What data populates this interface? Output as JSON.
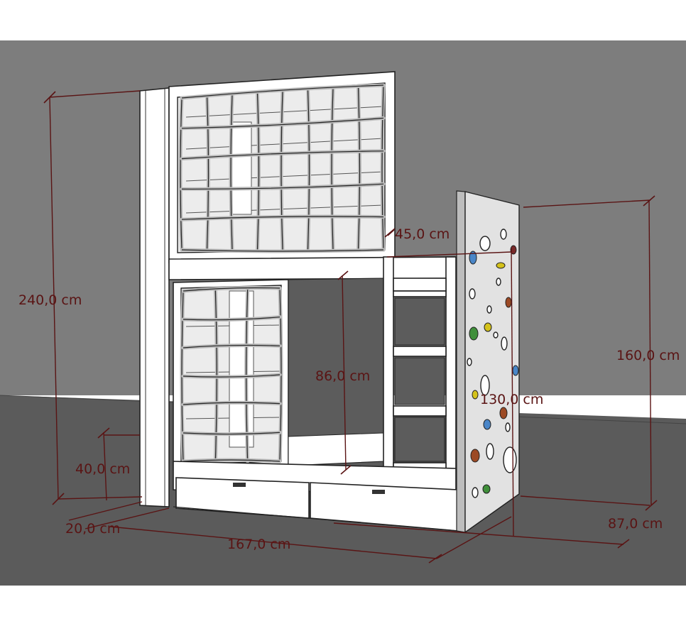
{
  "drawing": {
    "colors": {
      "background_wall": "#7d7d7d",
      "floor": "#5b5b5b",
      "dimension": "#5a1414",
      "frame": "#ffffff",
      "hold_colors": [
        "#4a86c8",
        "#d4c21b",
        "#3f8f3a",
        "#9c4a25",
        "#7a2a2a"
      ]
    },
    "dimensions": {
      "total_height": "240,0 cm",
      "upper_rail": "45,0 cm",
      "lower_opening": "86,0 cm",
      "wall_height": "160,0 cm",
      "wall_width": "130,0 cm",
      "base_height": "40,0 cm",
      "post_depth": "20,0 cm",
      "length": "167,0 cm",
      "depth": "87,0 cm"
    }
  }
}
